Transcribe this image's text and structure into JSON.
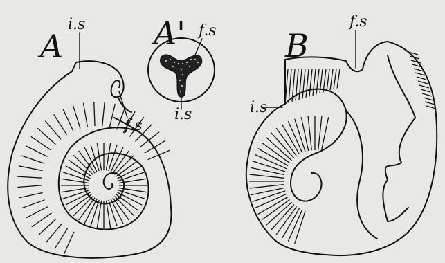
{
  "labels": {
    "fig_a": "A",
    "fig_a_prime": "A'",
    "fig_b": "B",
    "a_is": "i.s",
    "a_fs": "f.s",
    "ap_fs": "f.s",
    "ap_is": "i.s",
    "b_fs": "f.s",
    "b_is": "i.s"
  }
}
